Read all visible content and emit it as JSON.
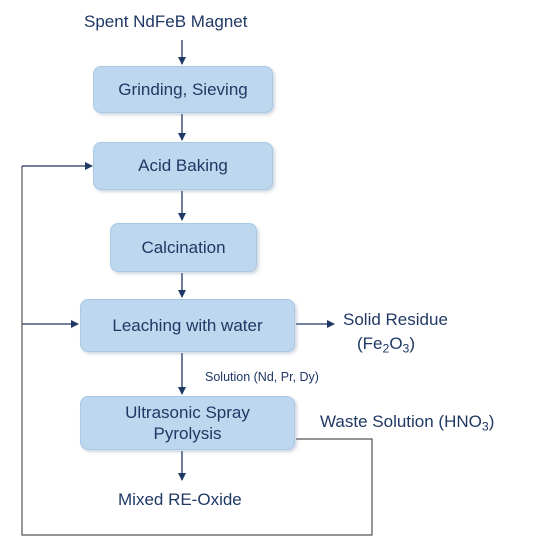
{
  "title": "Spent NdFeB Magnet",
  "steps": {
    "grinding": "Grinding, Sieving",
    "acid_baking": "Acid Baking",
    "calcination": "Calcination",
    "leaching": "Leaching with water",
    "usp": "Ultrasonic Spray\nPyrolysis"
  },
  "outputs": {
    "solid_residue_line1": "Solid Residue",
    "solid_residue_formula": {
      "pre": "(Fe",
      "sub1": "2",
      "mid": "O",
      "sub2": "3",
      "post": ")"
    },
    "solution": "Solution (Nd, Pr, Dy)",
    "waste_solution": {
      "pre": "Waste Solution (HNO",
      "sub": "3",
      "post": ")"
    },
    "mixed_oxide": "Mixed RE-Oxide"
  },
  "colors": {
    "box_fill": "#bdd7ee",
    "text": "#1f3864",
    "arrow": "#1f3864",
    "loop_line": "#555555"
  }
}
